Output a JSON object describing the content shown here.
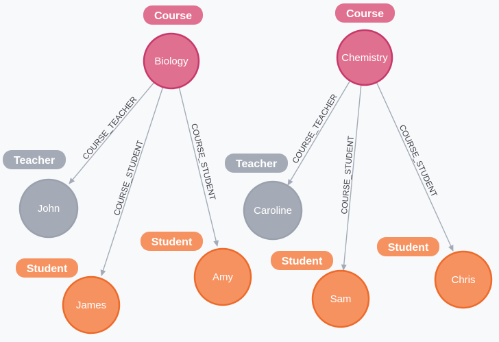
{
  "graph": {
    "colors": {
      "course_fill": "#e0708f",
      "course_stroke": "#c7386a",
      "teacher_fill": "#a5abb6",
      "teacher_stroke": "#9aa1ac",
      "student_fill": "#f69260",
      "student_stroke": "#ec6a2a",
      "edge": "#a5abb6"
    },
    "labels": {
      "course": "Course",
      "teacher": "Teacher",
      "student": "Student"
    },
    "relationships": {
      "course_teacher": "COURSE_TEACHER",
      "course_student": "COURSE_STUDENT"
    },
    "nodes": {
      "biology": "Biology",
      "chemistry": "Chemistry",
      "john": "John",
      "caroline": "Caroline",
      "james": "James",
      "amy": "Amy",
      "sam": "Sam",
      "chris": "Chris"
    }
  }
}
